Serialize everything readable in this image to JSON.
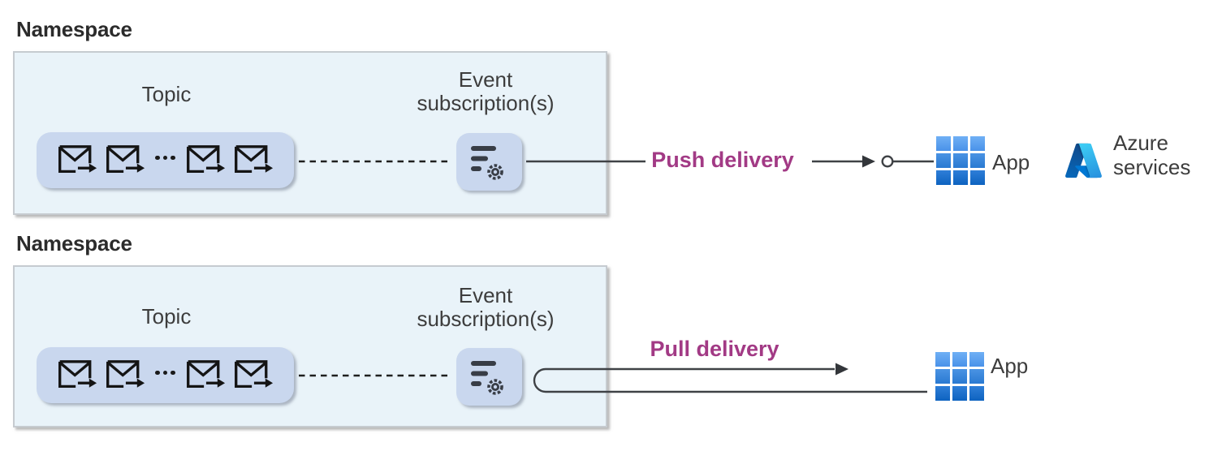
{
  "sections": [
    {
      "title": "Namespace",
      "topic_label": "Topic",
      "subscription_label": "Event subscription(s)",
      "delivery_label": "Push delivery",
      "app_label": "App",
      "azure_services_label": "Azure services"
    },
    {
      "title": "Namespace",
      "topic_label": "Topic",
      "subscription_label": "Event subscription(s)",
      "delivery_label": "Pull delivery",
      "app_label": "App"
    }
  ],
  "icons": {
    "topic_events": "envelope-with-arrow-icon",
    "topic_more": "ellipsis-dots-icon",
    "event_subscription": "filter-with-gear-icon",
    "app": "blue-grid-app-icon",
    "azure": "azure-logo-icon",
    "push_endpoint": "circle-connector-icon"
  },
  "colors": {
    "delivery_label": "#a23a85",
    "namespace_fill": "#e9f3f9",
    "topic_pill_fill": "#c9d7ee",
    "connector": "#3f4246",
    "app_blue_top": "#5ea0ef",
    "app_blue_bottom": "#0e63c0",
    "azure_blue": "#0078d4"
  }
}
